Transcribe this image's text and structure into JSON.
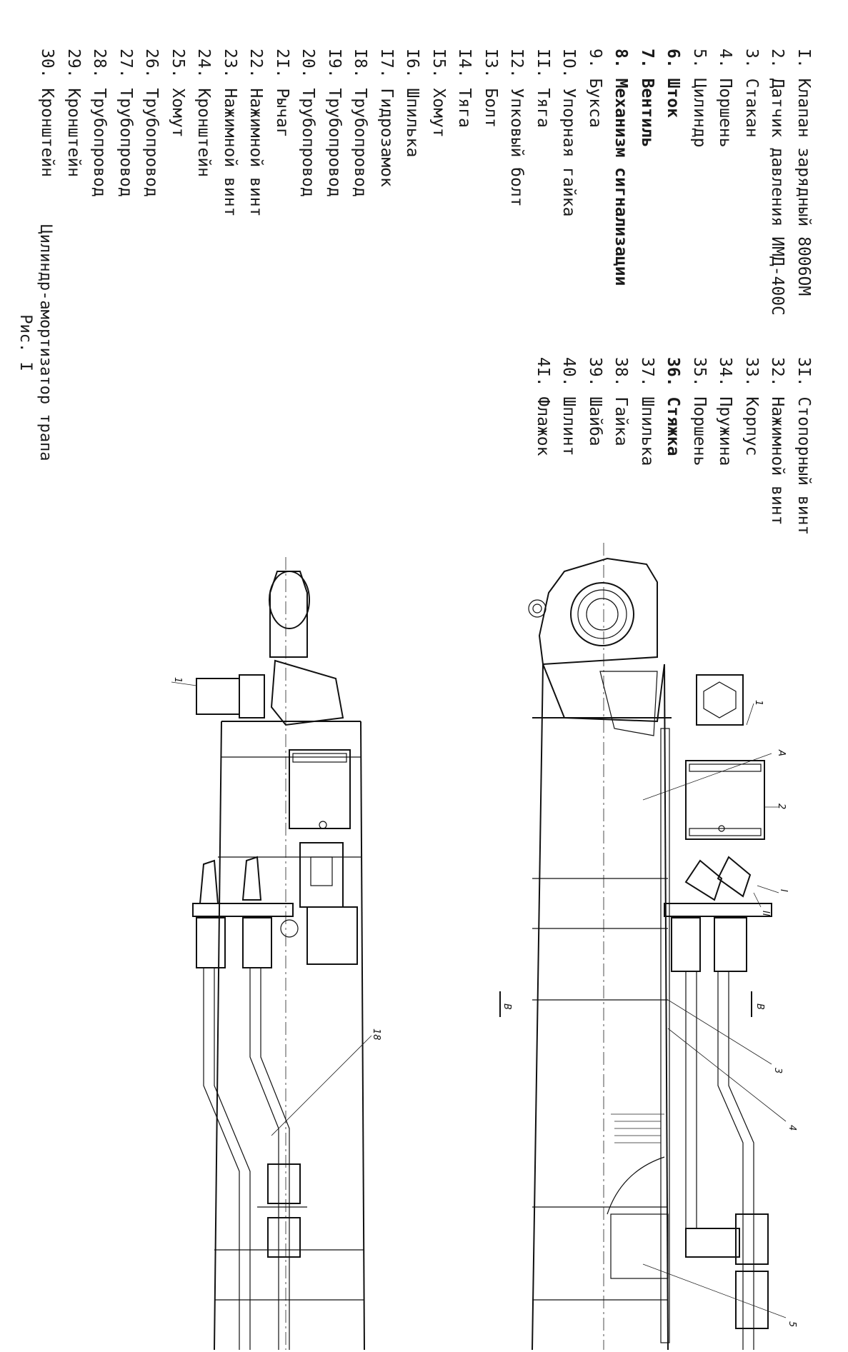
{
  "legend": {
    "left_column": [
      {
        "num": "I.",
        "label": "Клапан зарядный 8006ОМ",
        "bold": false
      },
      {
        "num": "2.",
        "label": "Датчик давления ИМД-400С",
        "bold": false
      },
      {
        "num": "3.",
        "label": "Стакан",
        "bold": false
      },
      {
        "num": "4.",
        "label": "Поршень",
        "bold": false
      },
      {
        "num": "5.",
        "label": "Цилиндр",
        "bold": false
      },
      {
        "num": "6.",
        "label": "Шток",
        "bold": true
      },
      {
        "num": "7.",
        "label": "Вентиль",
        "bold": true
      },
      {
        "num": "8.",
        "label": "Механизм сигнализации",
        "bold": true
      },
      {
        "num": "9.",
        "label": "Букса",
        "bold": false
      },
      {
        "num": "IO.",
        "label": "Упорная гайка",
        "bold": false
      },
      {
        "num": "II.",
        "label": "Тяга",
        "bold": false
      },
      {
        "num": "I2.",
        "label": "Упковый болт",
        "bold": false
      },
      {
        "num": "I3.",
        "label": "Болт",
        "bold": false
      },
      {
        "num": "I4.",
        "label": "Тяга",
        "bold": false
      },
      {
        "num": "I5.",
        "label": "Хомут",
        "bold": false
      },
      {
        "num": "I6.",
        "label": "Шпилька",
        "bold": false
      },
      {
        "num": "I7.",
        "label": "Гидрозамок",
        "bold": false
      },
      {
        "num": "I8.",
        "label": "Трубопровод",
        "bold": false
      },
      {
        "num": "I9.",
        "label": "Трубопровод",
        "bold": false
      },
      {
        "num": "20.",
        "label": "Трубопровод",
        "bold": false
      },
      {
        "num": "2I.",
        "label": "Рычаг",
        "bold": false
      },
      {
        "num": "22.",
        "label": "Нажимной винт",
        "bold": false
      },
      {
        "num": "23.",
        "label": "Нажимной винт",
        "bold": false
      },
      {
        "num": "24.",
        "label": "Кронштейн",
        "bold": false
      },
      {
        "num": "25.",
        "label": "Хомут",
        "bold": false
      },
      {
        "num": "26.",
        "label": "Трубопровод",
        "bold": false
      },
      {
        "num": "27.",
        "label": "Трубопровод",
        "bold": false
      },
      {
        "num": "28.",
        "label": "Трубопровод",
        "bold": false
      },
      {
        "num": "29.",
        "label": "Кронштейн",
        "bold": false
      },
      {
        "num": "30.",
        "label": "Кронштейн",
        "bold": false
      }
    ],
    "right_column": [
      {
        "num": "3I.",
        "label": "Стопорный винт",
        "bold": false
      },
      {
        "num": "32.",
        "label": "Нажимной винт",
        "bold": false
      },
      {
        "num": "33.",
        "label": "Корпус",
        "bold": false
      },
      {
        "num": "34.",
        "label": "Пружина",
        "bold": false
      },
      {
        "num": "35.",
        "label": "Поршень",
        "bold": false
      },
      {
        "num": "36.",
        "label": "Стяжка",
        "bold": true
      },
      {
        "num": "37.",
        "label": "Шпилька",
        "bold": false
      },
      {
        "num": "38.",
        "label": "Гайка",
        "bold": false
      },
      {
        "num": "39.",
        "label": "Шайба",
        "bold": false
      },
      {
        "num": "40.",
        "label": "Шплинт",
        "bold": false
      },
      {
        "num": "4I.",
        "label": "Флажок",
        "bold": false
      }
    ]
  },
  "caption": {
    "title": "Цилиндр-амортизатор трапа",
    "figure": "Рис. I"
  },
  "callouts": {
    "c1_top": "1",
    "cA": "A",
    "c2": "2",
    "cI": "I",
    "cII": "II",
    "cB1": "B",
    "cB2": "B",
    "c3": "3",
    "c4": "4",
    "c5": "5",
    "c1_bottom": "1",
    "c18": "18"
  }
}
